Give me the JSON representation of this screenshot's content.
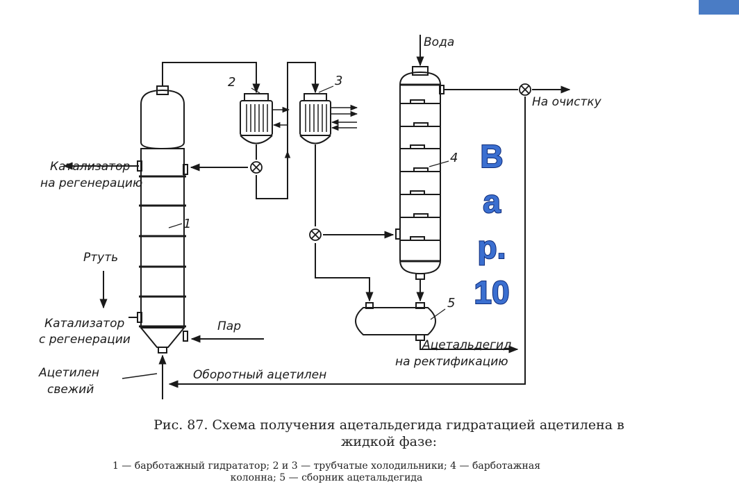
{
  "labels": {
    "water": "Вода",
    "to_cleaning": "На очистку",
    "catalyst_to_regen_1": "Катализатор",
    "catalyst_to_regen_2": "на регенерацию",
    "mercury": "Ртуть",
    "catalyst_from_regen_1": "Катализатор",
    "catalyst_from_regen_2": "с регенерации",
    "steam": "Пар",
    "fresh_acetylene_1": "Ацетилен",
    "fresh_acetylene_2": "свежий",
    "recycle_acetylene": "Оборотный ацетилен",
    "acetaldehyde_1": "Ацетальдегид",
    "acetaldehyde_2": "на ректификацию"
  },
  "numbers": {
    "n1": "1",
    "n2": "2",
    "n3": "3",
    "n4": "4",
    "n5": "5"
  },
  "overlay": {
    "l1": "В",
    "l2": "а",
    "l3": "р.",
    "l4": "10"
  },
  "caption": {
    "title": "Рис. 87. Схема получения ацетальдегида гидратацией ацетилена в жидкой фазе:",
    "legend_line1": "1 — барботажный гидрататор; 2 и 3 — трубчатые холодильники; 4 — барботажная",
    "legend_line2": "колонна; 5 — сборник ацетальдегида"
  },
  "colors": {
    "line": "#1a1a1a",
    "overlay_fill": "#3b6fd0",
    "overlay_stroke": "#0d2a78",
    "corner_tab": "#4a7cc5"
  }
}
